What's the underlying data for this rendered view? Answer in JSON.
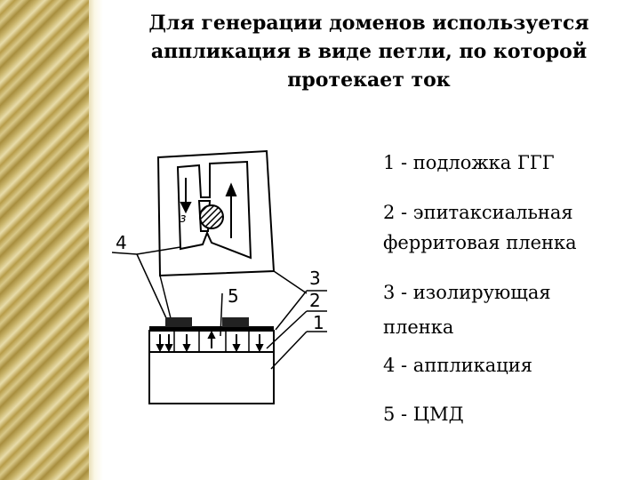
{
  "slide": {
    "title_lines": [
      "Для генерации доменов используется",
      "аппликация в виде петли, по которой",
      "протекает ток"
    ],
    "legend": [
      "1 - подложка ГГГ",
      "2 - эпитаксиальная",
      "ферритовая пленка",
      "3 - изолирующая",
      "пленка",
      "4 - аппликация",
      "5 - ЦМД"
    ]
  },
  "diagram": {
    "labels": {
      "one": "1",
      "two": "2",
      "three": "3",
      "four": "4",
      "five": "5",
      "loop_label": "з"
    }
  }
}
